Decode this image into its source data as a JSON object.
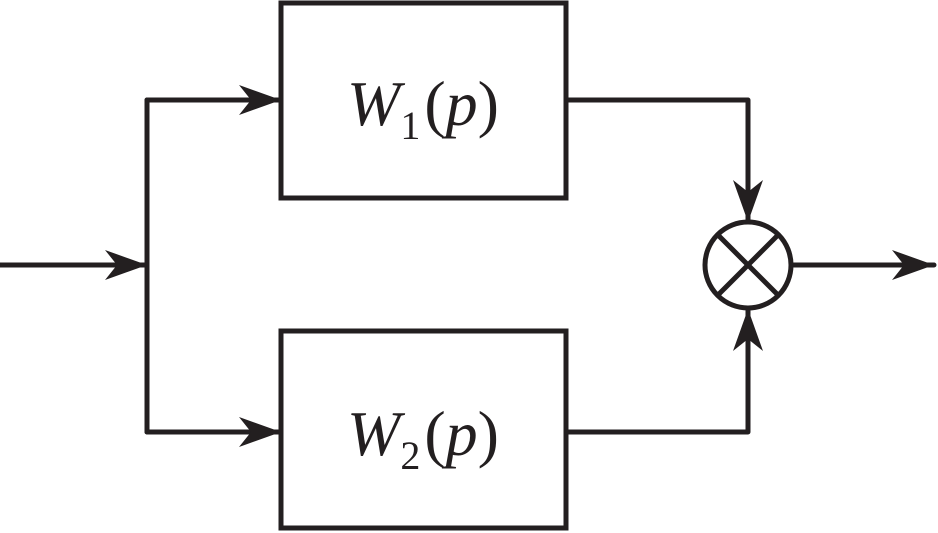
{
  "blocks": [
    {
      "id": "block-1",
      "symbol": "W",
      "subscript": "1",
      "open_paren": "(",
      "argument": "p",
      "close_paren": ")"
    },
    {
      "id": "block-2",
      "symbol": "W",
      "subscript": "2",
      "open_paren": "(",
      "argument": "p",
      "close_paren": ")"
    }
  ],
  "junction": {
    "operator": "multiply",
    "icon": "cross-circle-icon"
  },
  "colors": {
    "stroke": "#231f20",
    "background": "#ffffff"
  }
}
